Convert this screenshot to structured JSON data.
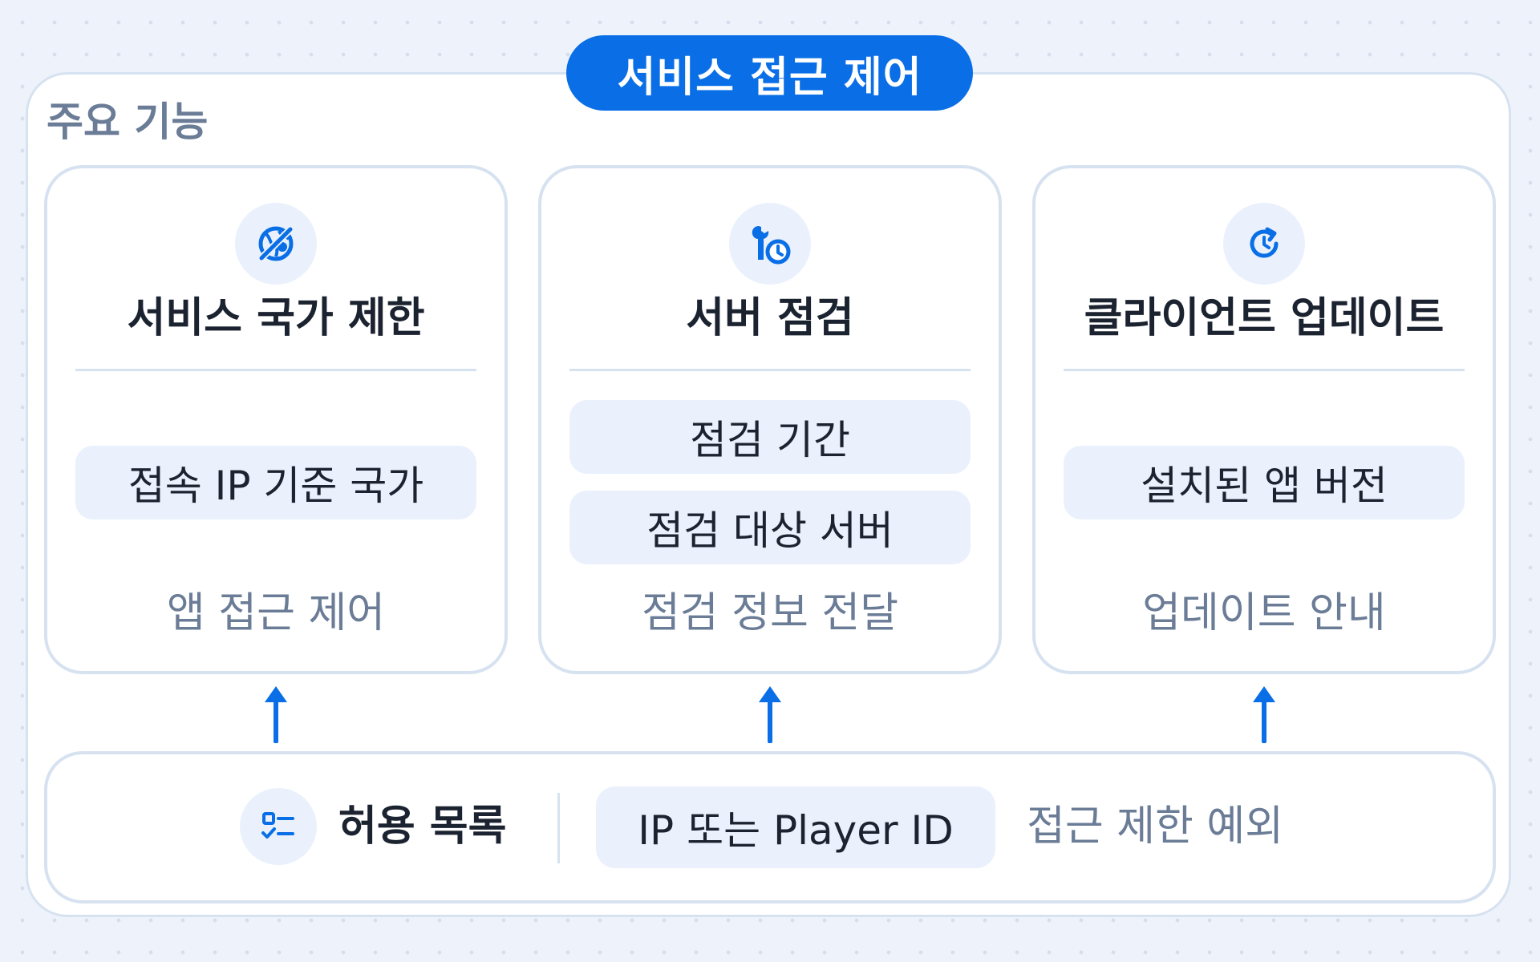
{
  "title": "서비스 접근 제어",
  "section_label": "주요 기능",
  "accent_color": "#0a6fe6",
  "cards": [
    {
      "icon": "globe-blocked-icon",
      "title": "서비스 국가 제한",
      "items": [
        "접속 IP 기준 국가"
      ],
      "footer": "앱 접근 제어"
    },
    {
      "icon": "wrench-clock-icon",
      "title": "서버 점검",
      "items": [
        "점검 기간",
        "점검 대상 서버"
      ],
      "footer": "점검 정보 전달"
    },
    {
      "icon": "refresh-clock-icon",
      "title": "클라이언트 업데이트",
      "items": [
        "설치된 앱 버전"
      ],
      "footer": "업데이트 안내"
    }
  ],
  "allowlist": {
    "icon": "checklist-icon",
    "title": "허용 목록",
    "chip": "IP 또는 Player ID",
    "description": "접근 제한 예외"
  }
}
